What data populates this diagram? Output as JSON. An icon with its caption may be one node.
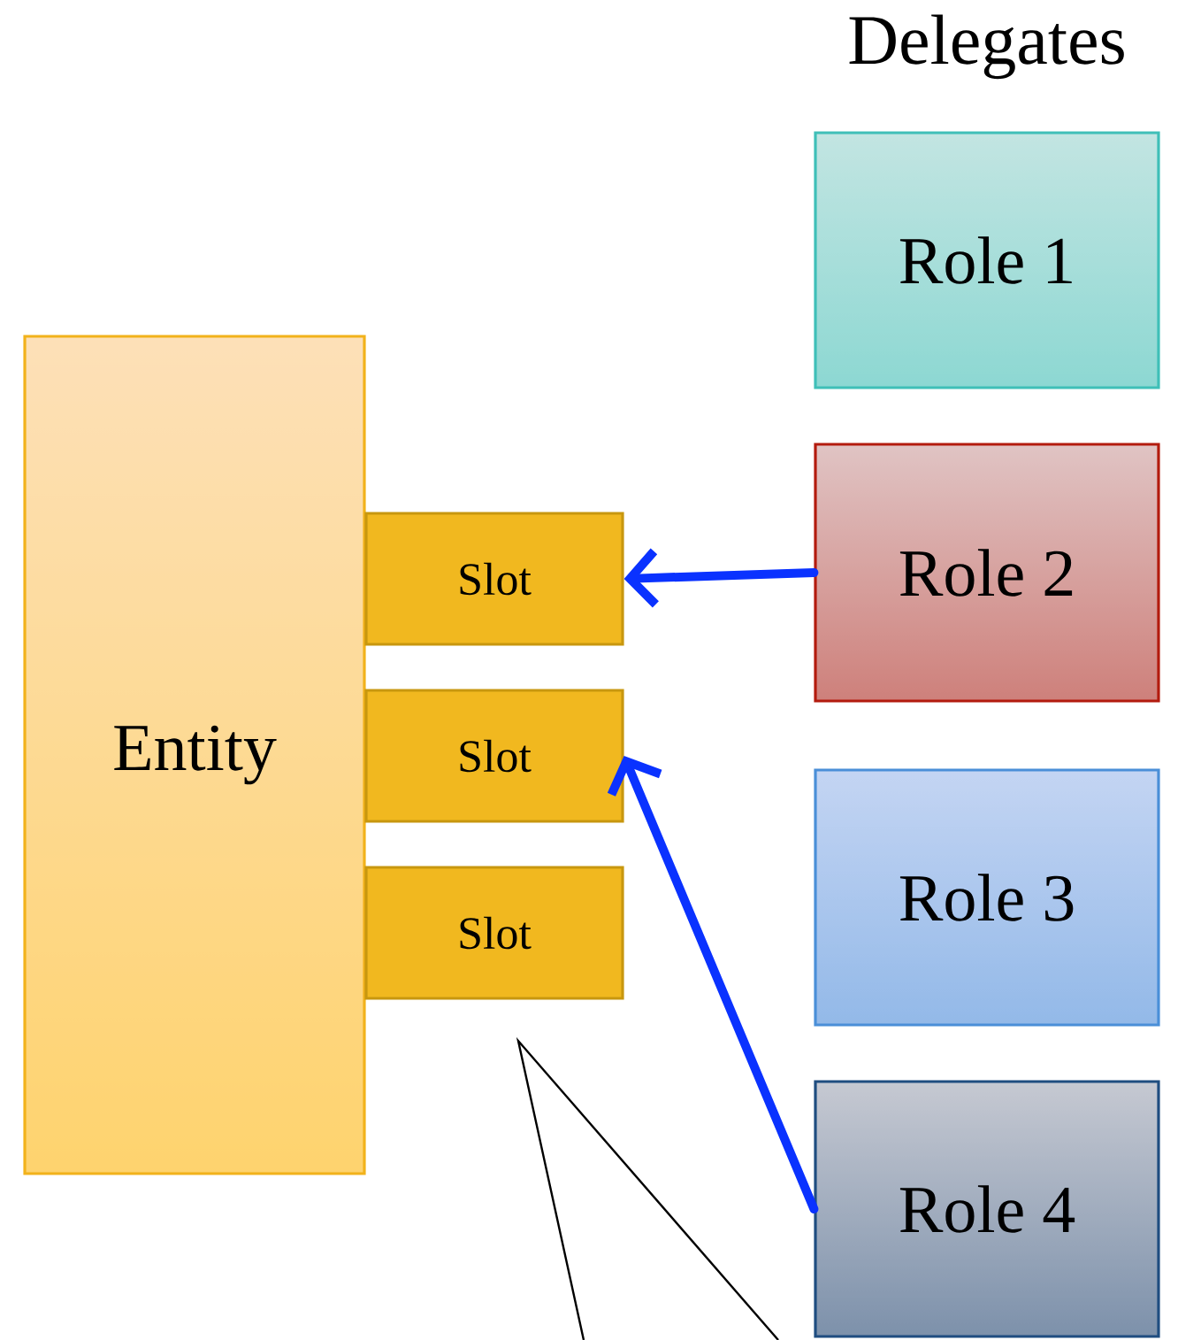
{
  "diagram": {
    "title": "Delegates",
    "nodes": [
      {
        "text": [
          "Entity"
        ]
      },
      {
        "text": [
          "Slot"
        ]
      },
      {
        "text": [
          "Slot"
        ]
      },
      {
        "text": [
          "Slot"
        ]
      },
      {
        "text": [
          "Role 1"
        ]
      },
      {
        "text": [
          "Role 2"
        ]
      },
      {
        "text": [
          "Role 3"
        ]
      },
      {
        "text": [
          "Role 4"
        ]
      }
    ],
    "edges": [
      {
        "from": 5,
        "to": 1,
        "arrow": "to"
      },
      {
        "from": 7,
        "to": 2,
        "arrow": "to"
      }
    ]
  }
}
